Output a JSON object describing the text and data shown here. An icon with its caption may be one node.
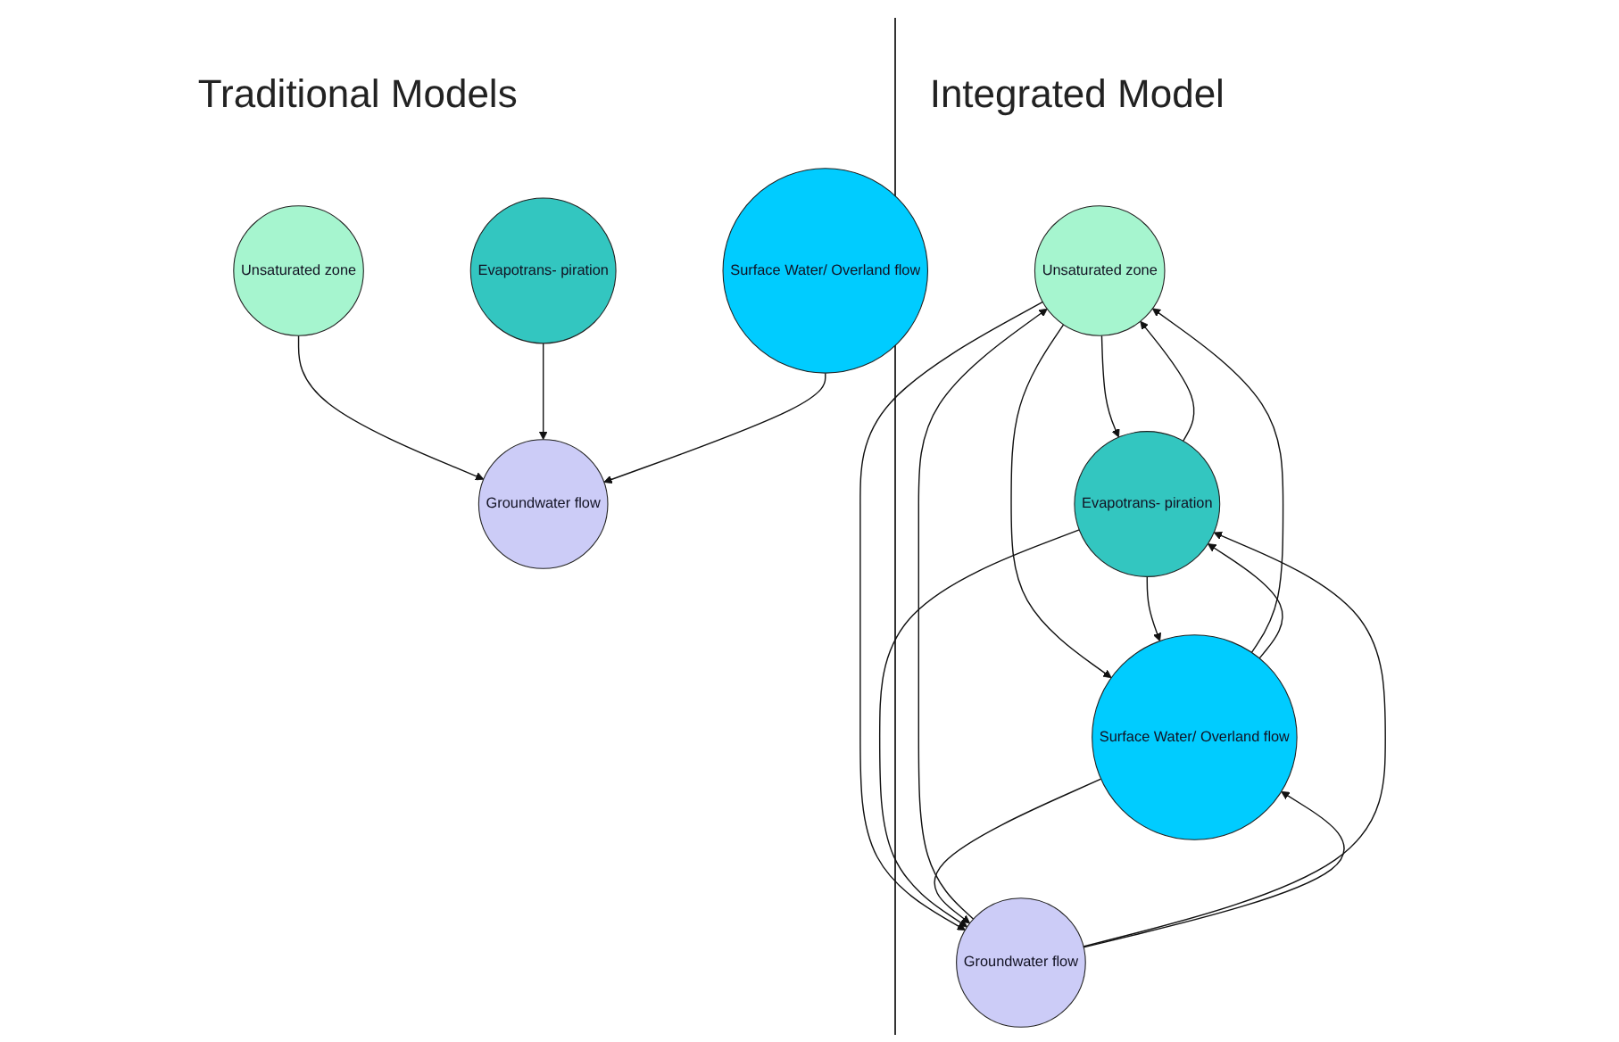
{
  "diagram": {
    "nodes": [
      {
        "text": [
          "Unsaturated zone"
        ]
      },
      {
        "text": [
          "Evapotrans- piration"
        ]
      },
      {
        "text": [
          "Groundwater flow"
        ]
      },
      {
        "text": [
          "Surface Water/ Overland flow"
        ]
      },
      {
        "text": [
          "Unsaturated zone"
        ]
      },
      {
        "text": [
          "Evapotrans- piration"
        ]
      },
      {
        "text": [
          "Surface Water/ Overland flow"
        ]
      },
      {
        "text": [
          "Groundwater flow"
        ]
      }
    ],
    "edges": [
      {
        "from": 0,
        "to": 2,
        "arrow": "to"
      },
      {
        "from": 1,
        "to": 2,
        "arrow": "to"
      },
      {
        "from": 3,
        "to": 2,
        "arrow": "to"
      },
      {
        "from": 4,
        "to": 5,
        "arrow": "to"
      },
      {
        "from": 5,
        "to": 4,
        "arrow": "to"
      },
      {
        "from": 4,
        "to": 6,
        "arrow": "to"
      },
      {
        "from": 6,
        "to": 4,
        "arrow": "to"
      },
      {
        "from": 4,
        "to": 7,
        "arrow": "to"
      },
      {
        "from": 7,
        "to": 4,
        "arrow": "to"
      },
      {
        "from": 6,
        "to": 5,
        "arrow": "to"
      },
      {
        "from": 5,
        "to": 6,
        "arrow": "to"
      },
      {
        "from": 7,
        "to": 5,
        "arrow": "to"
      },
      {
        "from": 5,
        "to": 7,
        "arrow": "to"
      },
      {
        "from": 6,
        "to": 7,
        "arrow": "to"
      },
      {
        "from": 7,
        "to": 6,
        "arrow": "to"
      }
    ],
    "labels": [
      "Traditional Models",
      "Integrated Model"
    ]
  }
}
